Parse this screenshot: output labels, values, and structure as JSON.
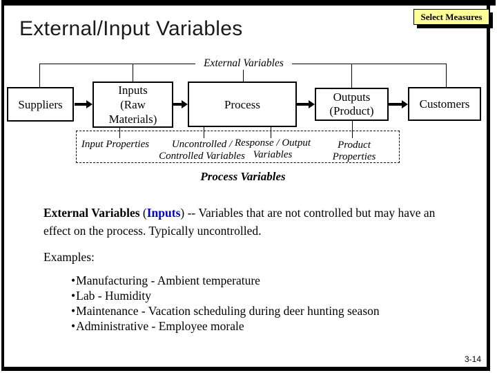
{
  "slide": {
    "title": "External/Input Variables",
    "page_number": "3-14"
  },
  "action_button": {
    "label": "Select Measures"
  },
  "diagram": {
    "bracket_label": "External Variables",
    "flow": [
      {
        "id": "suppliers",
        "label": "Suppliers"
      },
      {
        "id": "inputs",
        "label": "Inputs\n(Raw\nMaterials)"
      },
      {
        "id": "process",
        "label": "Process"
      },
      {
        "id": "outputs",
        "label": "Outputs\n(Product)"
      },
      {
        "id": "customers",
        "label": "Customers"
      }
    ],
    "variable_labels": [
      {
        "text": "Input Properties"
      },
      {
        "text": "Uncontrolled /\nControlled Variables"
      },
      {
        "text": "Response / Output\nVariables"
      },
      {
        "text": "Product\nProperties"
      }
    ],
    "process_variables_label": "Process Variables"
  },
  "body": {
    "definition_term": "External Variables",
    "definition_open": " (",
    "definition_link": "Inputs",
    "definition_close": ") -- ",
    "definition_rest": "Variables that are not controlled but may have an effect on the process. Typically uncontrolled.",
    "examples_heading": "Examples:",
    "bullet_char": "•",
    "examples": [
      "Manufacturing - Ambient temperature",
      "Lab - Humidity",
      "Maintenance - Vacation scheduling during deer hunting season",
      "Administrative - Employee morale"
    ]
  },
  "colors": {
    "accent_blue": "#0000cc",
    "button_yellow": "#ffff99",
    "frame_black": "#000000"
  }
}
